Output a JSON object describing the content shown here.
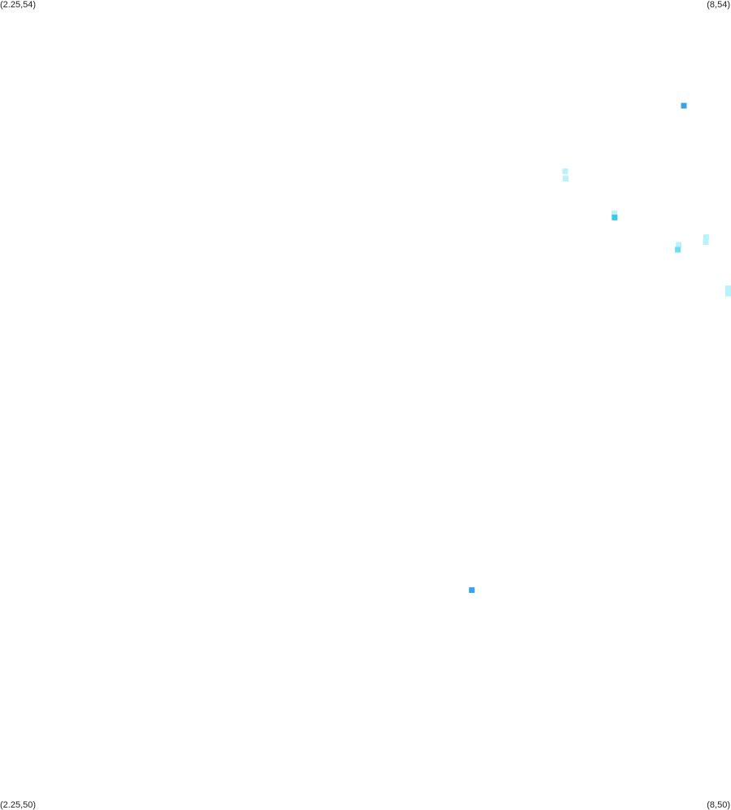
{
  "corners": {
    "top_left": "(2.25,54)",
    "top_right": "(8,54)",
    "bottom_left": "(2.25,50)",
    "bottom_right": "(8,50)"
  },
  "extent": {
    "x_min": 2.25,
    "x_max": 8,
    "y_min": 50,
    "y_max": 54
  },
  "colors": {
    "background": "#ffffff",
    "marker_blue": "#3aa3e8",
    "marker_cyan_light": "#b8f3fb",
    "marker_cyan": "#6fdcef",
    "marker_cyan_dark": "#3ec9e3"
  },
  "markers": [
    {
      "x": 7.629,
      "y": 53.478,
      "color": "#3aa3e8"
    },
    {
      "x": 5.961,
      "y": 51.086,
      "color": "#3aa3e8"
    },
    {
      "x": 6.695,
      "y": 53.154,
      "color": "#b8f3fb"
    },
    {
      "x": 6.699,
      "y": 53.118,
      "color": "#b8f3fb"
    },
    {
      "x": 7.083,
      "y": 52.946,
      "color": "#b8f3fb"
    },
    {
      "x": 7.085,
      "y": 52.926,
      "color": "#3ec9e3"
    },
    {
      "x": 7.589,
      "y": 52.791,
      "color": "#b8f3fb"
    },
    {
      "x": 7.582,
      "y": 52.767,
      "color": "#6fdcef"
    },
    {
      "x": 7.804,
      "y": 52.829,
      "color": "#b8f3fb"
    },
    {
      "x": 7.802,
      "y": 52.805,
      "color": "#b8f3fb"
    },
    {
      "x": 8.0,
      "y": 52.576,
      "color": "#b8f3fb"
    },
    {
      "x": 7.98,
      "y": 52.55,
      "color": "#b8f3fb"
    }
  ]
}
